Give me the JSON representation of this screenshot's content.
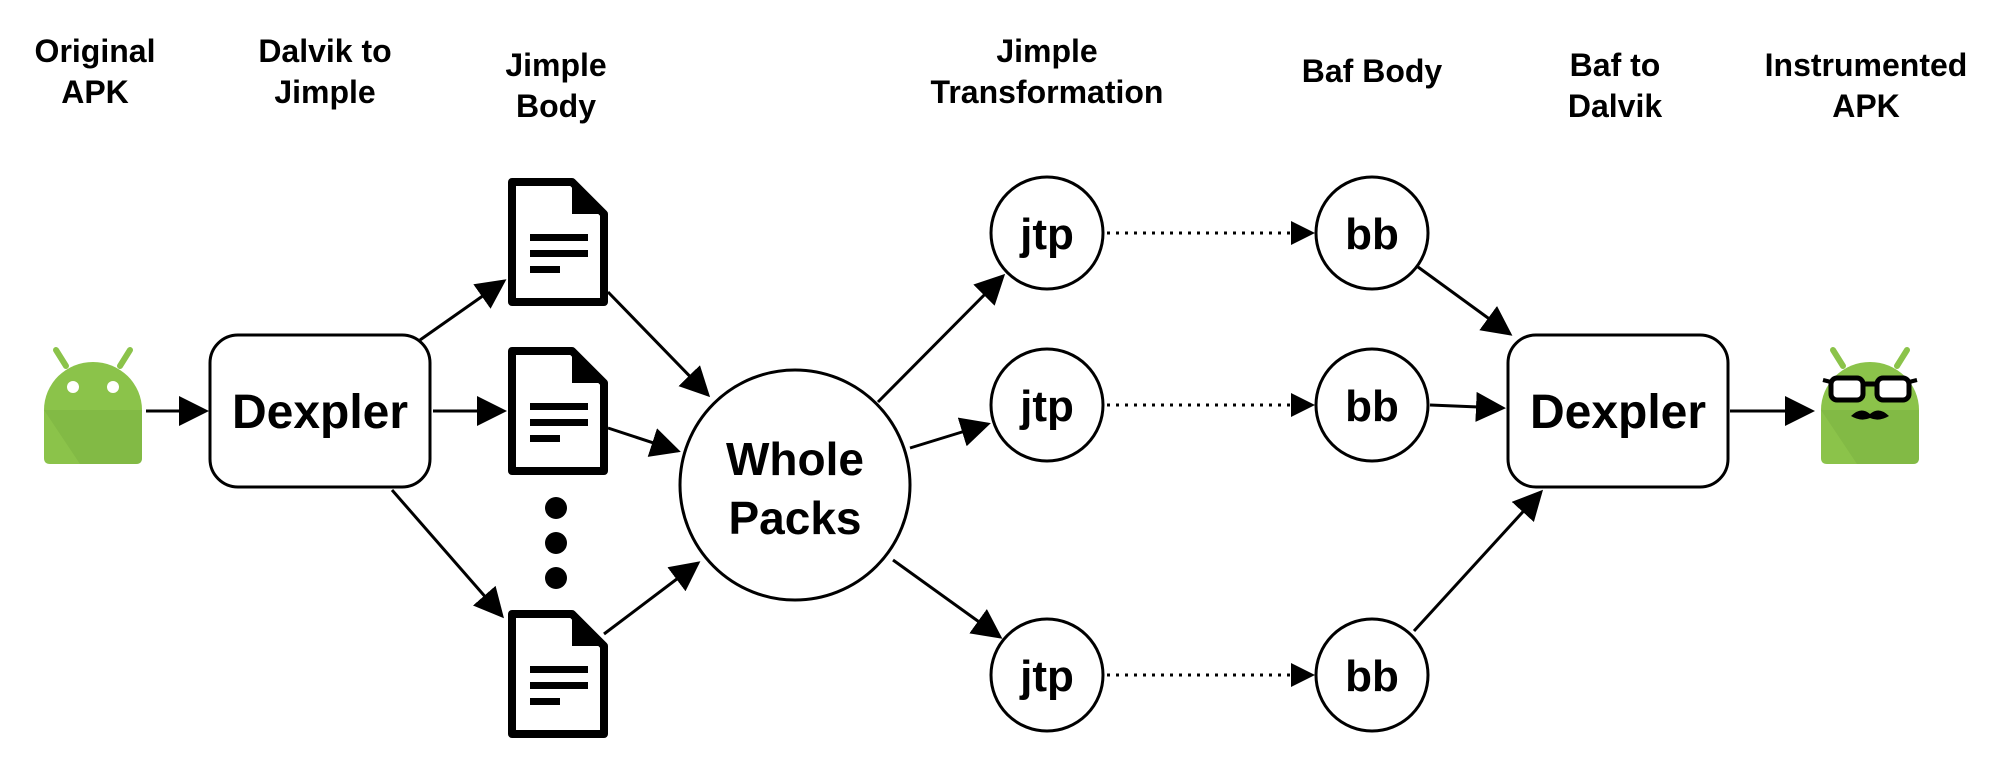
{
  "stages": [
    {
      "id": "original-apk",
      "lines": [
        "Original",
        "APK"
      ]
    },
    {
      "id": "dalvik-to-jimple",
      "lines": [
        "Dalvik to",
        "Jimple"
      ]
    },
    {
      "id": "jimple-body",
      "lines": [
        "Jimple",
        "Body"
      ]
    },
    {
      "id": "jimple-transformation",
      "lines": [
        "Jimple",
        "Transformation"
      ]
    },
    {
      "id": "baf-body",
      "lines": [
        "Baf Body"
      ]
    },
    {
      "id": "baf-to-dalvik",
      "lines": [
        "Baf to",
        "Dalvik"
      ]
    },
    {
      "id": "instrumented-apk",
      "lines": [
        "Instrumented",
        "APK"
      ]
    }
  ],
  "nodes": {
    "dexpler_in": "Dexpler",
    "whole_packs": [
      "Whole",
      "Packs"
    ],
    "jtp": "jtp",
    "bb": "bb",
    "dexpler_out": "Dexpler"
  },
  "icons": {
    "android_in": "android-robot-icon",
    "document": "document-icon",
    "android_out": "android-robot-with-glasses-icon"
  },
  "colors": {
    "android_green": "#8BC34A",
    "android_shadow": "#7CB342",
    "ink": "#000000"
  }
}
